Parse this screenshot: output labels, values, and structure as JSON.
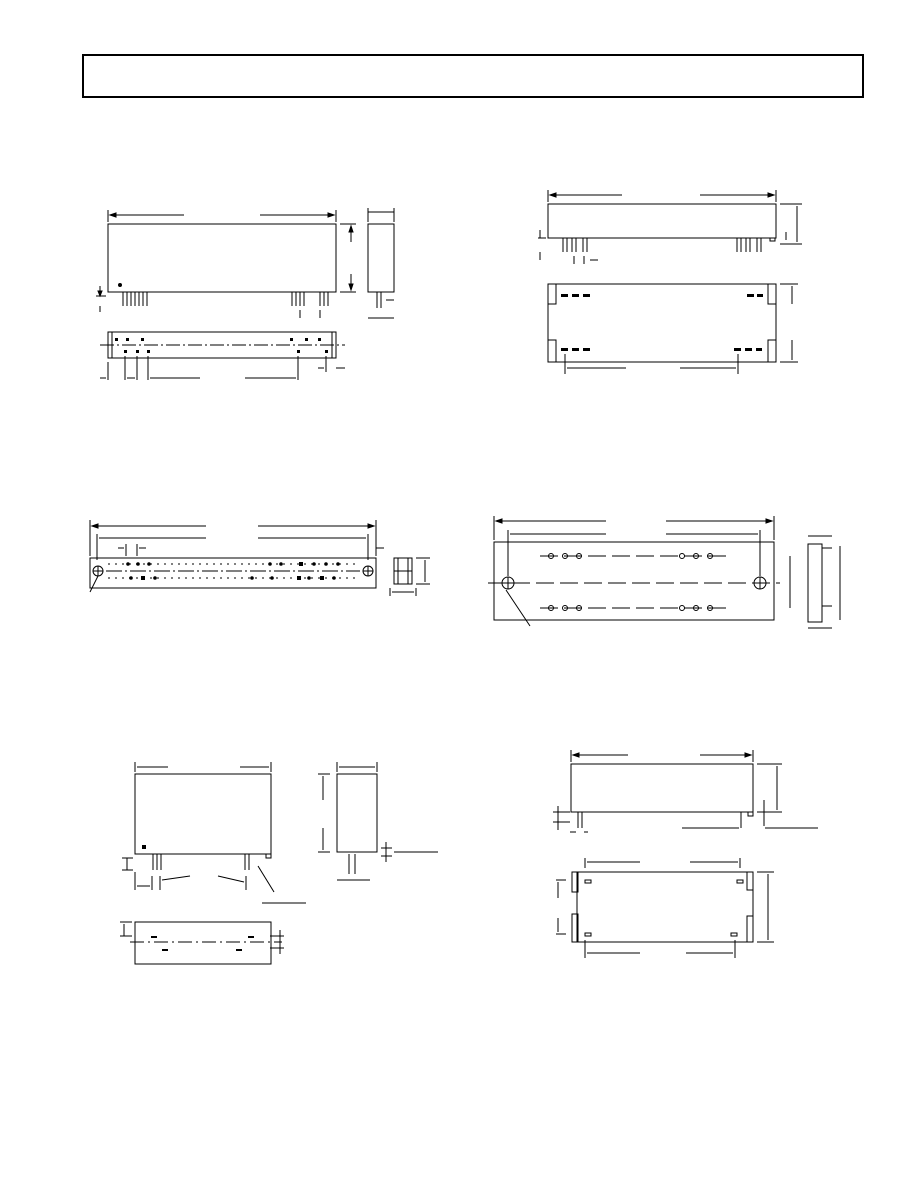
{
  "page": {
    "header_box_text": "",
    "background_color": "#ffffff",
    "line_color": "#000000"
  },
  "drawings": [
    {
      "name": "package-drawing-1",
      "views": [
        "front-view",
        "side-view",
        "bottom-view"
      ]
    },
    {
      "name": "package-drawing-2",
      "views": [
        "front-view",
        "bottom-view"
      ]
    },
    {
      "name": "package-drawing-3",
      "views": [
        "top-view",
        "side-view"
      ]
    },
    {
      "name": "package-drawing-4",
      "views": [
        "top-view",
        "side-view"
      ]
    },
    {
      "name": "package-drawing-5",
      "views": [
        "front-view",
        "side-view",
        "bottom-view"
      ]
    },
    {
      "name": "package-drawing-6",
      "views": [
        "front-view",
        "bottom-view"
      ]
    }
  ]
}
